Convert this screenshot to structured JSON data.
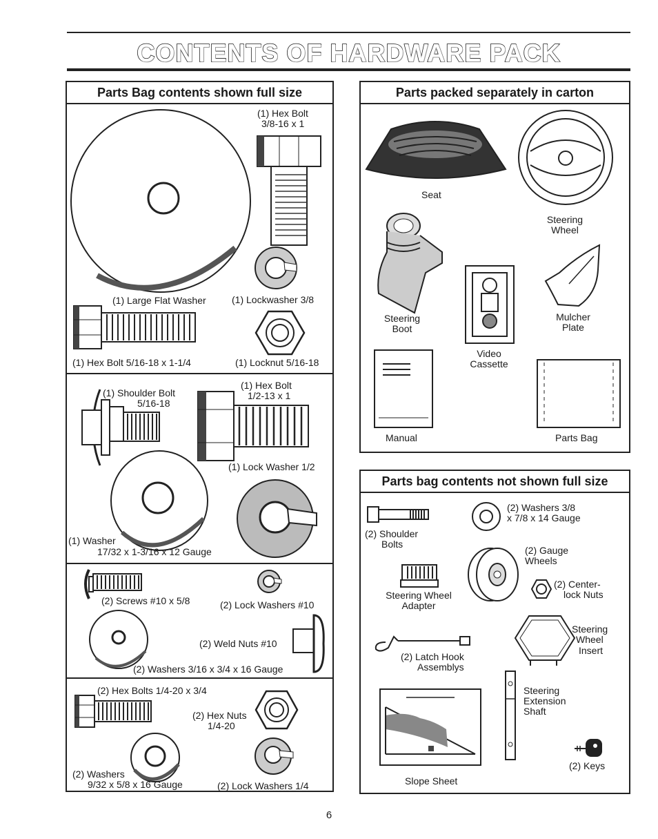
{
  "page": {
    "title": "CONTENTS OF HARDWARE PACK",
    "page_number": "6"
  },
  "left_panel": {
    "header": "Parts Bag contents shown full size",
    "hex_bolt_38": "(1) Hex Bolt",
    "hex_bolt_38_size": "3/8-16 x 1",
    "large_flat_washer": "(1) Large Flat Washer",
    "lockwasher_38": "(1) Lockwasher  3/8",
    "hex_bolt_516": "(1) Hex Bolt  5/16-18 x 1-1/4",
    "locknut_516": "(1) Locknut  5/16-18",
    "shoulder_bolt": "(1) Shoulder Bolt",
    "shoulder_bolt_size": "5/16-18",
    "hex_bolt_12": "(1) Hex Bolt",
    "hex_bolt_12_size": "1/2-13 x 1",
    "lock_washer_12": "(1) Lock Washer  1/2",
    "washer": "(1) Washer",
    "washer_size": "17/32 x 1-3/16 x 12 Gauge",
    "screws_10": "(2) Screws  #10 x 5/8",
    "lock_washers_10": "(2) Lock Washers  #10",
    "weld_nuts_10": "(2) Weld Nuts  #10",
    "washers_316": "(2) Washers  3/16 x 3/4 x 16 Gauge",
    "hex_bolts_14": "(2) Hex Bolts  1/4-20 x 3/4",
    "hex_nuts": "(2) Hex Nuts",
    "hex_nuts_size": "1/4-20",
    "washers_932": "(2) Washers",
    "washers_932_size": "9/32  x 5/8 x 16 Gauge",
    "lock_washers_14": "(2) Lock Washers  1/4"
  },
  "carton_panel": {
    "header": "Parts packed separately in carton",
    "seat": "Seat",
    "steering_wheel_1": "Steering",
    "steering_wheel_2": "Wheel",
    "steering_boot_1": "Steering",
    "steering_boot_2": "Boot",
    "mulcher_plate_1": "Mulcher",
    "mulcher_plate_2": "Plate",
    "video_cassette_1": "Video",
    "video_cassette_2": "Cassette",
    "manual": "Manual",
    "parts_bag": "Parts Bag"
  },
  "notfull_panel": {
    "header": "Parts bag contents not shown full size",
    "washers_38_1": "(2) Washers  3/8",
    "washers_38_2": "x 7/8 x 14 Gauge",
    "shoulder_bolts_1": "(2) Shoulder",
    "shoulder_bolts_2": "Bolts",
    "gauge_wheels_1": "(2) Gauge",
    "gauge_wheels_2": "Wheels",
    "steering_adapter_1": "Steering Wheel",
    "steering_adapter_2": "Adapter",
    "center_lock_nuts_1": "(2) Center-",
    "center_lock_nuts_2": "lock Nuts",
    "steering_insert_1": "Steering",
    "steering_insert_2": "Wheel",
    "steering_insert_3": "Insert",
    "latch_hook_1": "(2) Latch Hook",
    "latch_hook_2": "Assemblys",
    "extension_shaft_1": "Steering",
    "extension_shaft_2": "Extension",
    "extension_shaft_3": "Shaft",
    "slope_sheet": "Slope Sheet",
    "keys": "(2) Keys"
  }
}
